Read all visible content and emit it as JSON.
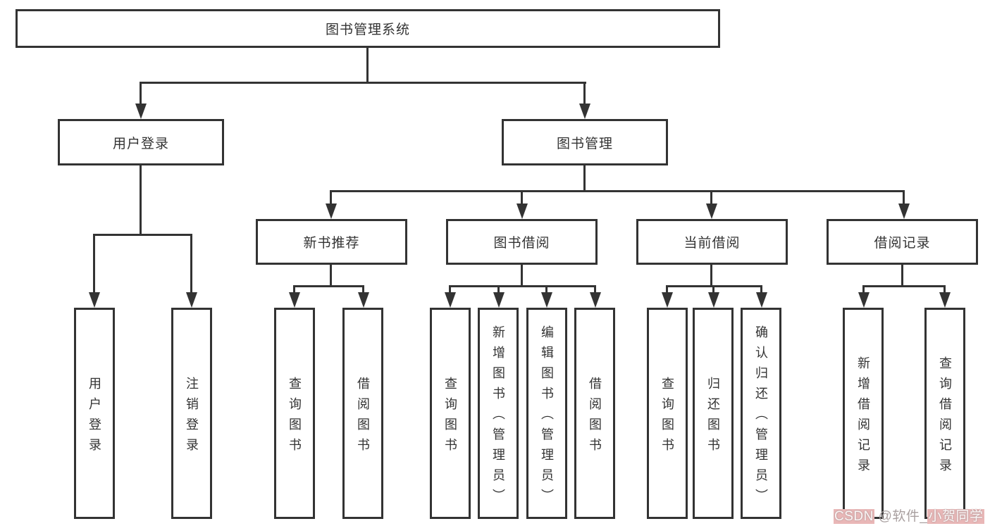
{
  "diagram": {
    "root": {
      "label": "图书管理系统"
    },
    "level2": [
      {
        "label": "用户登录"
      },
      {
        "label": "图书管理"
      }
    ],
    "level3": [
      {
        "label": "新书推荐"
      },
      {
        "label": "图书借阅"
      },
      {
        "label": "当前借阅"
      },
      {
        "label": "借阅记录"
      }
    ],
    "leaves": {
      "user_login": [
        {
          "label": "用户登录"
        },
        {
          "label": "注销登录"
        }
      ],
      "new_books": [
        {
          "label": "查询图书"
        },
        {
          "label": "借阅图书"
        }
      ],
      "book_borrow": [
        {
          "label": "查询图书"
        },
        {
          "label": "新增图书（管理员）"
        },
        {
          "label": "编辑图书（管理员）"
        },
        {
          "label": "借阅图书"
        }
      ],
      "current_borrow": [
        {
          "label": "查询图书"
        },
        {
          "label": "归还图书"
        },
        {
          "label": "确认归还（管理员）"
        }
      ],
      "borrow_records": [
        {
          "label": "新增借阅记录"
        },
        {
          "label": "查询借阅记录"
        }
      ]
    }
  },
  "watermark": {
    "brand": "CSDN",
    "handle_prefix": " @软件_",
    "handle_name": "小贺同学"
  },
  "colors": {
    "line": "#333333",
    "box_border": "#333333",
    "text": "#333333",
    "watermark_pink": "#e9b7b7"
  }
}
